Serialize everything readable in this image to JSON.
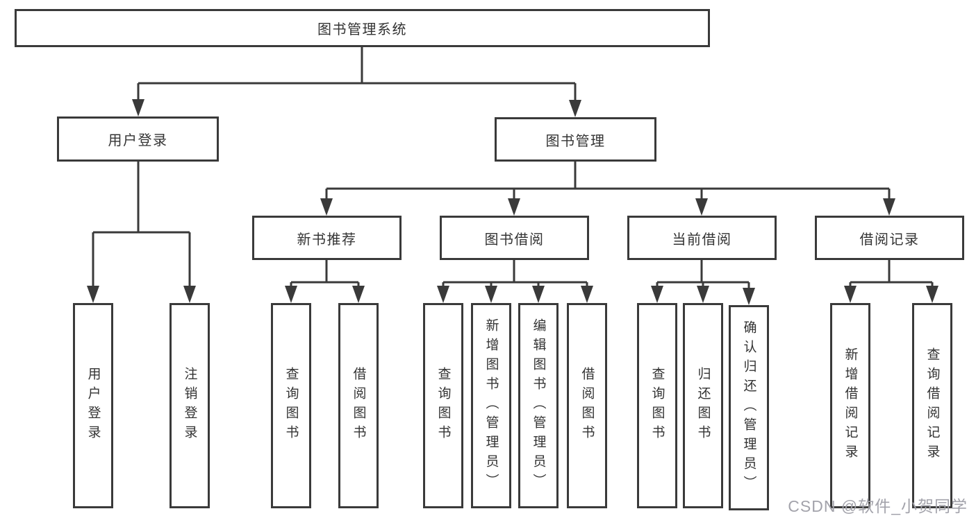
{
  "nodes": {
    "root": "图书管理系统",
    "user_login": "用户登录",
    "book_mgmt": "图书管理",
    "new_books": "新书推荐",
    "book_borrow": "图书借阅",
    "current_borrow": "当前借阅",
    "borrow_records": "借阅记录"
  },
  "leaves": {
    "login": [
      "用户登录",
      "注销登录"
    ],
    "recommend": [
      "查询图书",
      "借阅图书"
    ],
    "borrow": [
      "查询图书",
      "新增图书（管理员）",
      "编辑图书（管理员）",
      "借阅图书"
    ],
    "current": [
      "查询图书",
      "归还图书",
      "确认归还（管理员）"
    ],
    "records": [
      "新增借阅记录",
      "查询借阅记录"
    ]
  },
  "watermark": {
    "text": "CSDN @软件_小贺同学"
  },
  "colors": {
    "line": "#3a3a3a",
    "text": "#333333",
    "background": "#ffffff",
    "watermark": "#a3a3ab"
  }
}
